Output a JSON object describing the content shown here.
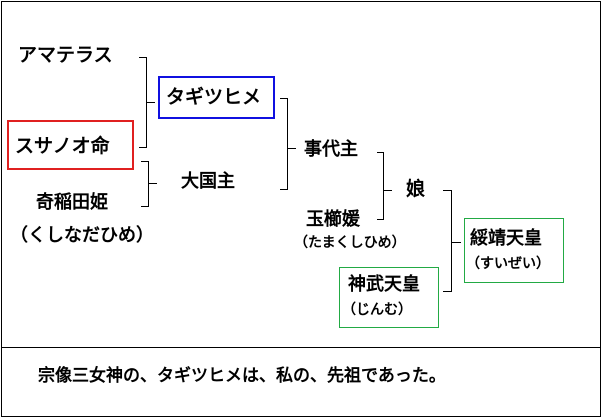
{
  "nodes": {
    "amaterasu": "アマテラス",
    "susanoo": "スサノオ命",
    "tagitsuhime": "タギツヒメ",
    "kushinadahime": "奇稲田姫",
    "kushinadahime_reading": "（くしなだひめ）",
    "okuninushi": "大国主",
    "kotoshironushi": "事代主",
    "tamakushihime": "玉櫛媛",
    "tamakushihime_reading": "（たまくしひめ）",
    "musume": "娘",
    "suizei": "綏靖天皇",
    "suizei_reading": "（すいぜい）",
    "jimmu": "神武天皇",
    "jimmu_reading": "（じんむ）"
  },
  "caption": "宗像三女神の、タギツヒメは、私の、先祖であった。",
  "colors": {
    "tagitsuhime_box": "#1010e0",
    "susanoo_box": "#e02020",
    "emperor_box": "#22aa44"
  }
}
